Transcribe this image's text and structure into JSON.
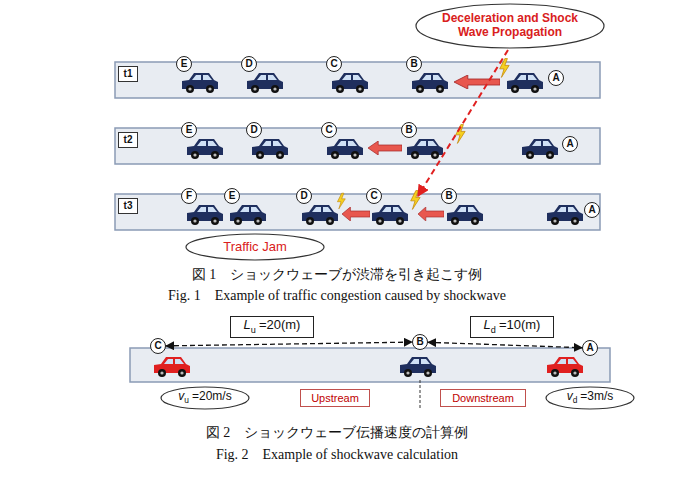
{
  "diagram": {
    "nodes": [
      {
        "text": [
          "Deceleration and Shock Wave Propagation"
        ]
      },
      {
        "text": [
          "t1"
        ]
      },
      {
        "text": [
          "E"
        ]
      },
      {
        "text": [
          "D"
        ]
      },
      {
        "text": [
          "C"
        ]
      },
      {
        "text": [
          "B"
        ]
      },
      {
        "text": [
          "A"
        ]
      },
      {
        "text": [
          "t2"
        ]
      },
      {
        "text": [
          "E"
        ]
      },
      {
        "text": [
          "D"
        ]
      },
      {
        "text": [
          "C"
        ]
      },
      {
        "text": [
          "B"
        ]
      },
      {
        "text": [
          "A"
        ]
      },
      {
        "text": [
          "t3"
        ]
      },
      {
        "text": [
          "F"
        ]
      },
      {
        "text": [
          "E"
        ]
      },
      {
        "text": [
          "D"
        ]
      },
      {
        "text": [
          "C"
        ]
      },
      {
        "text": [
          "B"
        ]
      },
      {
        "text": [
          "A"
        ]
      },
      {
        "text": [
          "Traffic Jam"
        ]
      },
      {
        "text": [
          "C"
        ]
      },
      {
        "text": [
          "L",
          "u",
          "=20(m)"
        ]
      },
      {
        "text": [
          "B"
        ]
      },
      {
        "text": [
          "L",
          "d",
          "=10(m)"
        ]
      },
      {
        "text": [
          "A"
        ]
      },
      {
        "text": [
          "v",
          "u",
          "=20m/s"
        ]
      },
      {
        "text": [
          "Upstream"
        ]
      },
      {
        "text": [
          "Downstream"
        ]
      },
      {
        "text": [
          "v",
          "d",
          "=3m/s"
        ]
      }
    ],
    "edges": [
      {
        "from": 21,
        "to": 23,
        "arrow": "both"
      },
      {
        "from": 23,
        "to": 25,
        "arrow": "both"
      }
    ],
    "labels": [
      "図 1　ショックウェーブが渋滞を引き起こす例",
      "Fig. 1　Example of traffic congestion caused by shockwave",
      "図 2　ショックウェーブ伝播速度の計算例",
      "Fig. 2　Example of shockwave calculation"
    ]
  }
}
